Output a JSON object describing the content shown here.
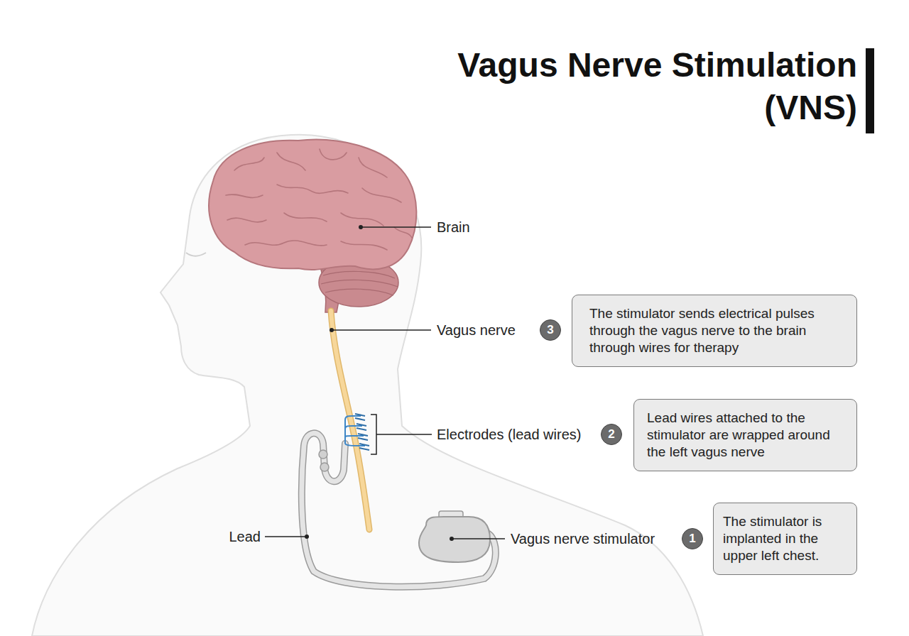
{
  "diagram": {
    "title": "Vagus Nerve Stimulation (VNS)",
    "nodes": [
      {
        "text": [
          "The stimulator sends electrical pulses through the vagus nerve to the brain through wires for therapy"
        ]
      },
      {
        "text": [
          "Lead wires attached to the stimulator are wrapped around the left vagus nerve"
        ]
      },
      {
        "text": [
          "The stimulator is implanted in the upper left chest."
        ]
      }
    ],
    "labels": [
      "Brain",
      "Vagus nerve",
      "3",
      "Electrodes (lead wires)",
      "2",
      "Lead",
      "Vagus nerve stimulator",
      "1"
    ]
  }
}
